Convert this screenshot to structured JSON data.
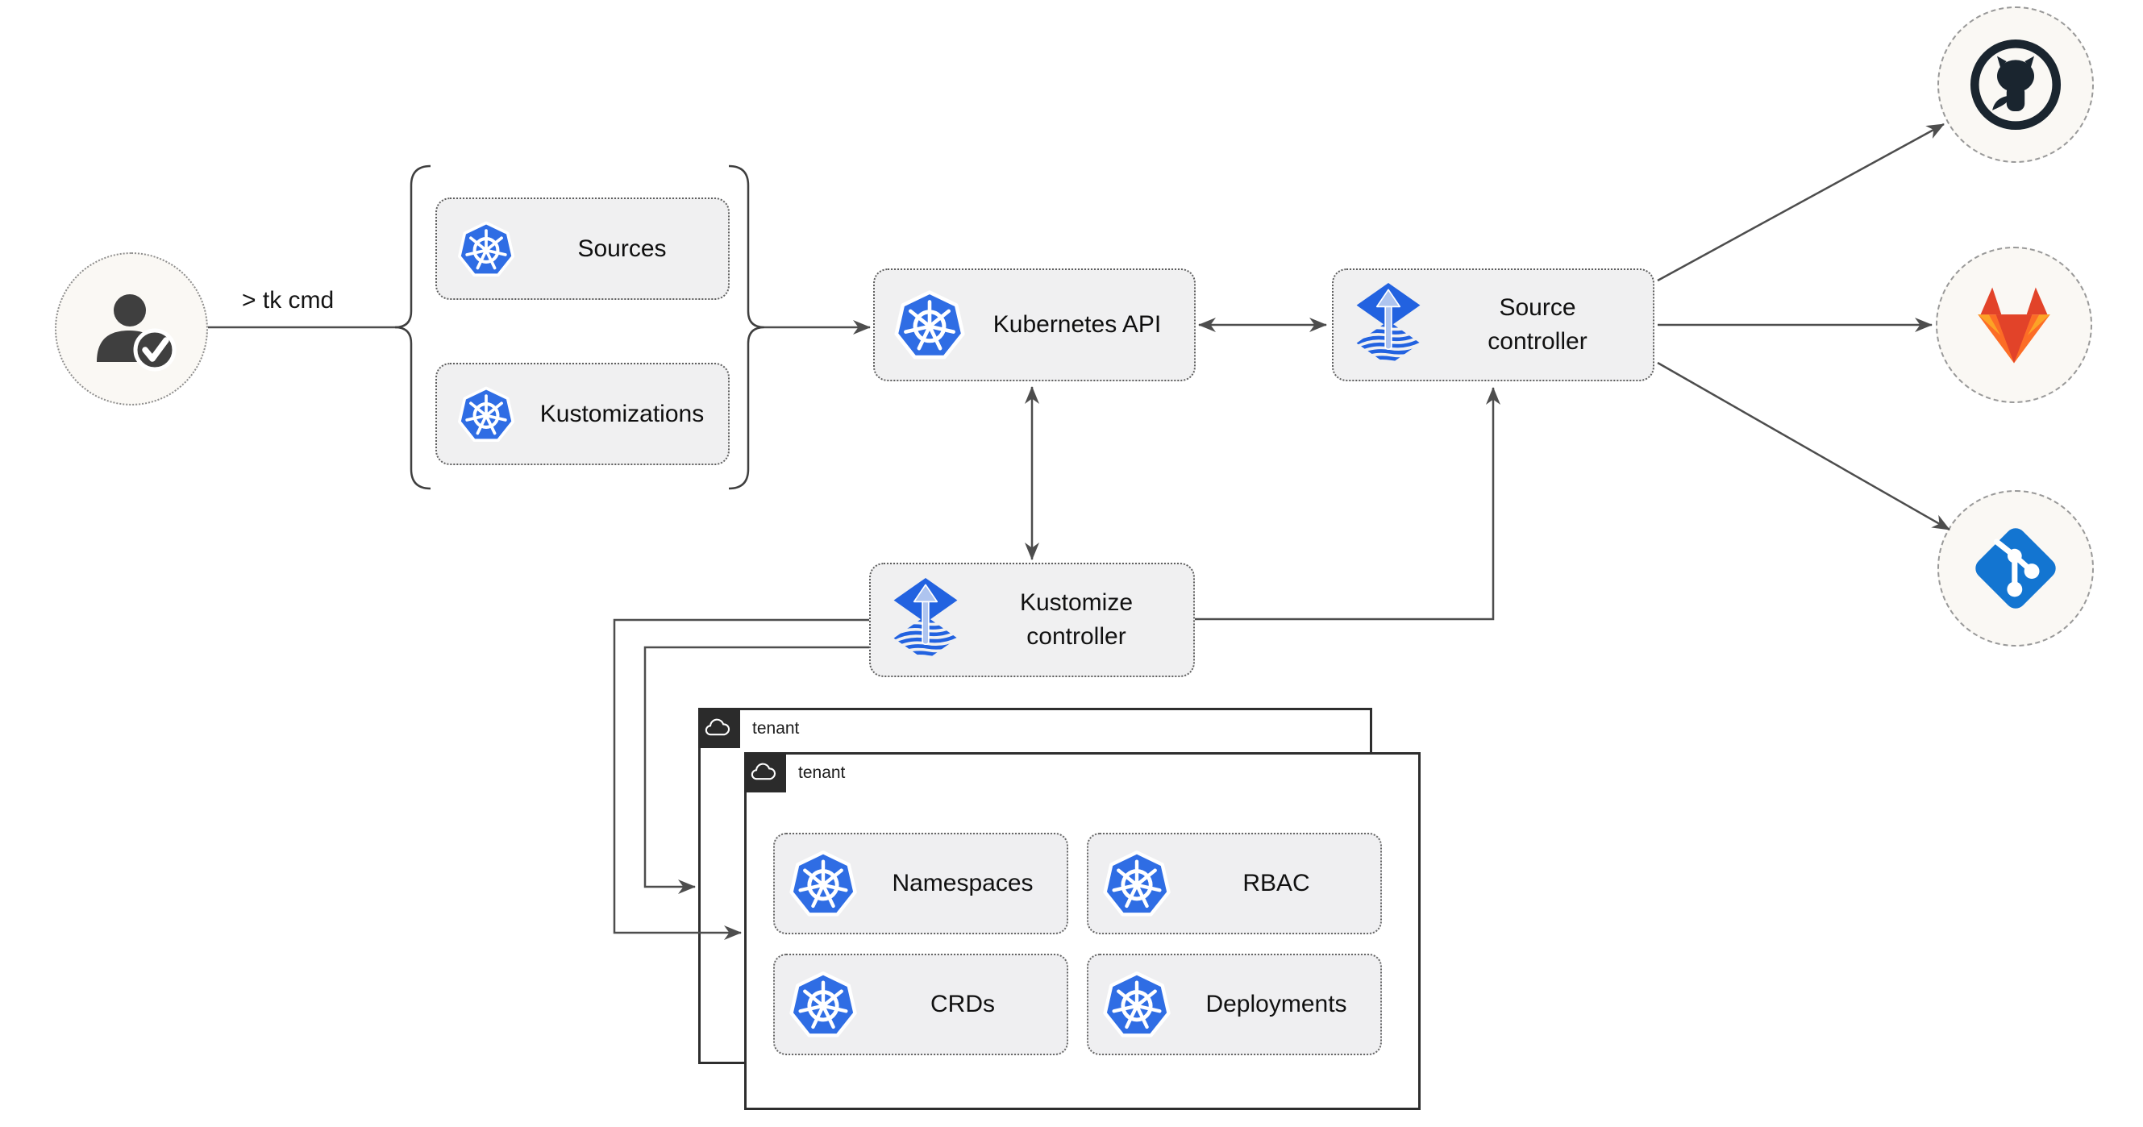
{
  "diagram": {
    "user": {
      "icon": "person-check-icon"
    },
    "cli_label": "> tk cmd",
    "crd_group": {
      "items": [
        {
          "label": "Sources",
          "icon": "kubernetes-icon"
        },
        {
          "label": "Kustomizations",
          "icon": "kubernetes-icon"
        }
      ]
    },
    "kubernetes_api": {
      "label": "Kubernetes API",
      "icon": "kubernetes-icon"
    },
    "source_controller": {
      "label": "Source controller",
      "icon": "flux-icon"
    },
    "kustomize_controller": {
      "label": "Kustomize controller",
      "icon": "flux-icon"
    },
    "git_providers": [
      {
        "icon": "github-icon"
      },
      {
        "icon": "gitlab-icon"
      },
      {
        "icon": "git-icon"
      }
    ],
    "tenants": [
      {
        "label": "tenant",
        "icon": "cloud-icon"
      },
      {
        "label": "tenant",
        "icon": "cloud-icon"
      }
    ],
    "tenant_resources": [
      {
        "label": "Namespaces",
        "icon": "kubernetes-icon"
      },
      {
        "label": "RBAC",
        "icon": "kubernetes-icon"
      },
      {
        "label": "CRDs",
        "icon": "kubernetes-icon"
      },
      {
        "label": "Deployments",
        "icon": "kubernetes-icon"
      }
    ],
    "colors": {
      "kubernetes_blue": "#2f6de4",
      "flux_blue": "#2262e0",
      "flux_arrow_light": "#aec4ef",
      "github_dark": "#1a252f",
      "gitlab_red": "#e24329",
      "gitlab_orange": "#fc6d26",
      "gitlab_amber": "#fca326",
      "git_blue": "#1375d1",
      "connector_gray": "#4d4d4d",
      "node_fill": "#f0f0f1",
      "circle_fill": "#faf8f4",
      "tenant_tab_dark": "#2b2b2b"
    }
  }
}
